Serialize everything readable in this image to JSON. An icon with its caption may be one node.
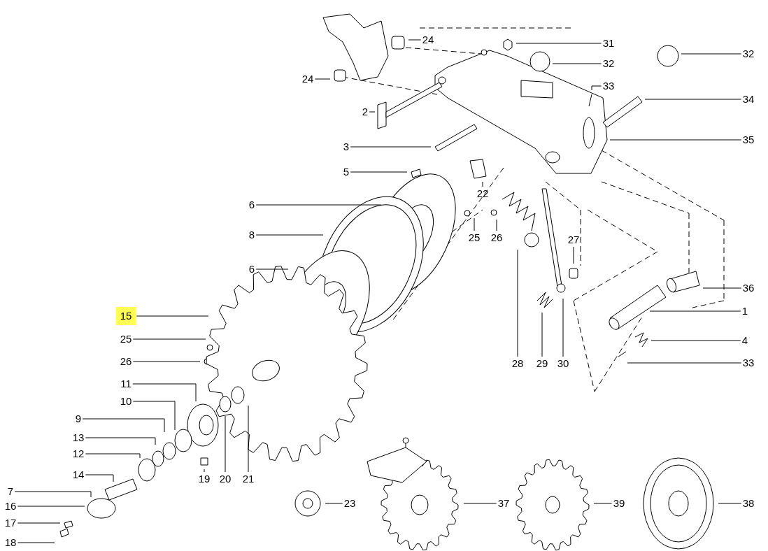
{
  "diagram": {
    "nodes": [
      {
        "text": [
          "24"
        ]
      },
      {
        "text": [
          "31"
        ]
      },
      {
        "text": [
          "32"
        ]
      },
      {
        "text": [
          "32"
        ]
      },
      {
        "text": [
          "24"
        ]
      },
      {
        "text": [
          "33"
        ]
      },
      {
        "text": [
          "34"
        ]
      },
      {
        "text": [
          "2"
        ]
      },
      {
        "text": [
          "35"
        ]
      },
      {
        "text": [
          "3"
        ]
      },
      {
        "text": [
          "5"
        ]
      },
      {
        "text": [
          "22"
        ]
      },
      {
        "text": [
          "6"
        ]
      },
      {
        "text": [
          "8"
        ]
      },
      {
        "text": [
          "25"
        ]
      },
      {
        "text": [
          "26"
        ]
      },
      {
        "text": [
          "27"
        ]
      },
      {
        "text": [
          "6"
        ]
      },
      {
        "text": [
          "36"
        ]
      },
      {
        "text": [
          "1"
        ]
      },
      {
        "text": [
          "15"
        ]
      },
      {
        "text": [
          "25"
        ]
      },
      {
        "text": [
          "4"
        ]
      },
      {
        "text": [
          "26"
        ]
      },
      {
        "text": [
          "28"
        ]
      },
      {
        "text": [
          "29"
        ]
      },
      {
        "text": [
          "30"
        ]
      },
      {
        "text": [
          "33"
        ]
      },
      {
        "text": [
          "11"
        ]
      },
      {
        "text": [
          "10"
        ]
      },
      {
        "text": [
          "9"
        ]
      },
      {
        "text": [
          "13"
        ]
      },
      {
        "text": [
          "12"
        ]
      },
      {
        "text": [
          "14"
        ]
      },
      {
        "text": [
          "19"
        ]
      },
      {
        "text": [
          "20"
        ]
      },
      {
        "text": [
          "21"
        ]
      },
      {
        "text": [
          "7"
        ]
      },
      {
        "text": [
          "16"
        ]
      },
      {
        "text": [
          "23"
        ]
      },
      {
        "text": [
          "37"
        ]
      },
      {
        "text": [
          "39"
        ]
      },
      {
        "text": [
          "38"
        ]
      },
      {
        "text": [
          "17"
        ]
      },
      {
        "text": [
          "18"
        ]
      }
    ],
    "edges": [
      {
        "from": 0,
        "to": null,
        "arrow": "none"
      },
      {
        "from": 1,
        "to": null,
        "arrow": "none"
      },
      {
        "from": 2,
        "to": null,
        "arrow": "none"
      },
      {
        "from": 3,
        "to": null,
        "arrow": "none"
      },
      {
        "from": 4,
        "to": null,
        "arrow": "none"
      },
      {
        "from": 5,
        "to": null,
        "arrow": "none"
      },
      {
        "from": 6,
        "to": null,
        "arrow": "none"
      },
      {
        "from": 7,
        "to": null,
        "arrow": "none"
      },
      {
        "from": 8,
        "to": null,
        "arrow": "none"
      },
      {
        "from": 9,
        "to": null,
        "arrow": "none"
      },
      {
        "from": 10,
        "to": null,
        "arrow": "none"
      },
      {
        "from": 11,
        "to": null,
        "arrow": "none"
      },
      {
        "from": 12,
        "to": null,
        "arrow": "none"
      },
      {
        "from": 13,
        "to": null,
        "arrow": "none"
      },
      {
        "from": 14,
        "to": null,
        "arrow": "none"
      },
      {
        "from": 15,
        "to": null,
        "arrow": "none"
      },
      {
        "from": 16,
        "to": null,
        "arrow": "none"
      },
      {
        "from": 17,
        "to": null,
        "arrow": "none"
      },
      {
        "from": 18,
        "to": null,
        "arrow": "none"
      },
      {
        "from": 19,
        "to": null,
        "arrow": "none"
      },
      {
        "from": 20,
        "to": null,
        "arrow": "none"
      },
      {
        "from": 21,
        "to": null,
        "arrow": "none"
      },
      {
        "from": 22,
        "to": null,
        "arrow": "none"
      },
      {
        "from": 23,
        "to": null,
        "arrow": "none"
      },
      {
        "from": 24,
        "to": null,
        "arrow": "none"
      },
      {
        "from": 25,
        "to": null,
        "arrow": "none"
      },
      {
        "from": 26,
        "to": null,
        "arrow": "none"
      },
      {
        "from": 27,
        "to": null,
        "arrow": "none"
      },
      {
        "from": 28,
        "to": null,
        "arrow": "none"
      },
      {
        "from": 29,
        "to": null,
        "arrow": "none"
      },
      {
        "from": 30,
        "to": null,
        "arrow": "none"
      },
      {
        "from": 31,
        "to": null,
        "arrow": "none"
      },
      {
        "from": 32,
        "to": null,
        "arrow": "none"
      },
      {
        "from": 33,
        "to": null,
        "arrow": "none"
      },
      {
        "from": 34,
        "to": null,
        "arrow": "none"
      },
      {
        "from": 35,
        "to": null,
        "arrow": "none"
      },
      {
        "from": 36,
        "to": null,
        "arrow": "none"
      },
      {
        "from": 37,
        "to": null,
        "arrow": "none"
      },
      {
        "from": 38,
        "to": null,
        "arrow": "none"
      },
      {
        "from": 39,
        "to": null,
        "arrow": "none"
      },
      {
        "from": 40,
        "to": null,
        "arrow": "none"
      },
      {
        "from": 41,
        "to": null,
        "arrow": "none"
      },
      {
        "from": 42,
        "to": null,
        "arrow": "none"
      },
      {
        "from": 43,
        "to": null,
        "arrow": "none"
      },
      {
        "from": 44,
        "to": null,
        "arrow": "none"
      }
    ]
  }
}
